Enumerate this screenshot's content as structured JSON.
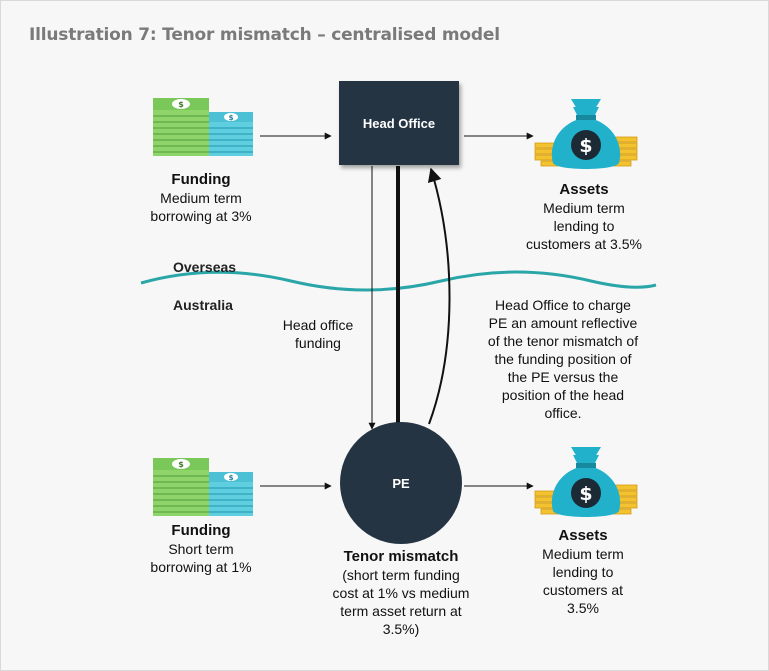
{
  "title": "Illustration 7: Tenor mismatch – centralised model",
  "head_office": {
    "label": "Head Office"
  },
  "pe": {
    "label": "PE"
  },
  "funding_top": {
    "heading": "Funding",
    "line1": "Medium term",
    "line2": "borrowing at 3%"
  },
  "assets_top": {
    "heading": "Assets",
    "line1": "Medium term",
    "line2": "lending to",
    "line3": "customers at 3.5%"
  },
  "regions": {
    "overseas": "Overseas",
    "australia": "Australia"
  },
  "ho_funding": {
    "line1": "Head office",
    "line2": "funding"
  },
  "charge_note": {
    "line1": "Head Office to charge",
    "line2": "PE an amount reflective",
    "line3": "of the tenor mismatch of",
    "line4": "the funding position of",
    "line5": "the PE versus the",
    "line6": "position of the head",
    "line7": "office."
  },
  "funding_bottom": {
    "heading": "Funding",
    "line1": "Short term",
    "line2": "borrowing at 1%"
  },
  "tenor": {
    "heading": "Tenor mismatch",
    "line1": "(short term funding",
    "line2": "cost at 1% vs medium",
    "line3": "term asset return at",
    "line4": "3.5%)"
  },
  "assets_bottom": {
    "heading": "Assets",
    "line1": "Medium term",
    "line2": "lending to",
    "line3": "customers at",
    "line4": "3.5%"
  },
  "colors": {
    "node": "#243442",
    "wave": "#2aa6a8",
    "money_green": "#8ed46a",
    "money_blue": "#5fcfe0",
    "bag": "#21b1cb",
    "coin": "#f2c230"
  },
  "icons": {
    "money_stack": "money-stack-icon",
    "money_bag": "money-bag-icon"
  }
}
